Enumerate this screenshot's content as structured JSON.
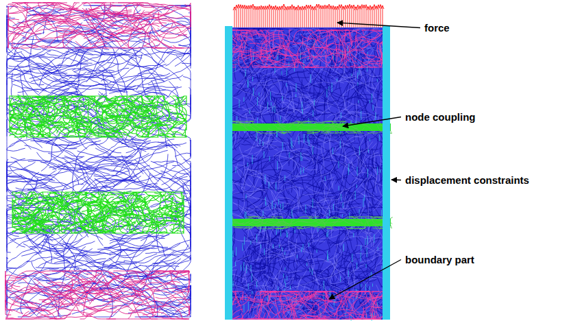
{
  "diagram": {
    "labels": [
      "force",
      "node coupling",
      "displacement constraints",
      "boundary part"
    ]
  }
}
